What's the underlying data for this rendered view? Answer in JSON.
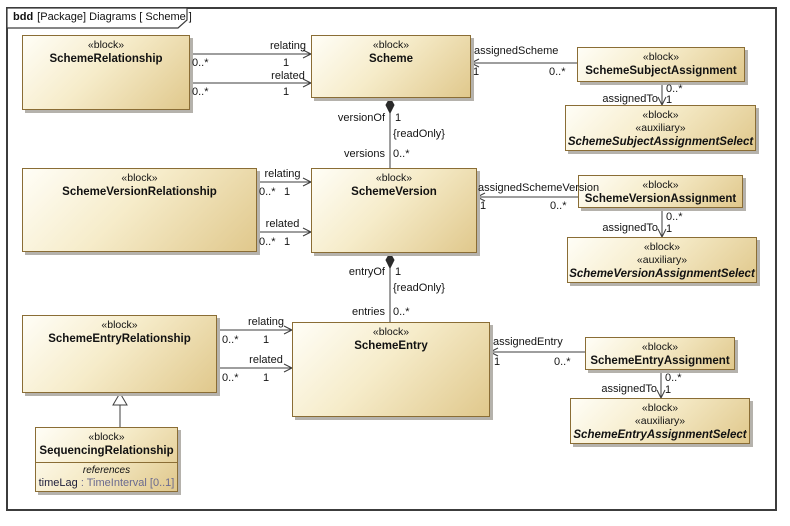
{
  "frame": {
    "keyword": "bdd",
    "title": "[Package] Diagrams [ Scheme ]"
  },
  "colors": {
    "block_fill_light": "#fffef7",
    "block_fill_mid": "#f6ecca",
    "block_fill_dark": "#e0c88c",
    "block_border": "#8a6d35",
    "block_shadow": "#b5b2ac",
    "frame_border": "#3c3c3c",
    "attribute_name_color": "#20203c",
    "attribute_type_color": "#6a6a8f"
  },
  "blocks": {
    "scheme_relationship": {
      "stereotype": "«block»",
      "name": "SchemeRelationship"
    },
    "scheme": {
      "stereotype": "«block»",
      "name": "Scheme"
    },
    "scheme_subject_assignment": {
      "stereotype": "«block»",
      "name": "SchemeSubjectAssignment"
    },
    "scheme_subject_assignment_select": {
      "stereotype1": "«block»",
      "stereotype2": "«auxiliary»",
      "name": "SchemeSubjectAssignmentSelect"
    },
    "scheme_version_relationship": {
      "stereotype": "«block»",
      "name": "SchemeVersionRelationship"
    },
    "scheme_version": {
      "stereotype": "«block»",
      "name": "SchemeVersion"
    },
    "scheme_version_assignment": {
      "stereotype": "«block»",
      "name": "SchemeVersionAssignment"
    },
    "scheme_version_assignment_select": {
      "stereotype1": "«block»",
      "stereotype2": "«auxiliary»",
      "name": "SchemeVersionAssignmentSelect"
    },
    "scheme_entry_relationship": {
      "stereotype": "«block»",
      "name": "SchemeEntryRelationship"
    },
    "scheme_entry": {
      "stereotype": "«block»",
      "name": "SchemeEntry"
    },
    "scheme_entry_assignment": {
      "stereotype": "«block»",
      "name": "SchemeEntryAssignment"
    },
    "scheme_entry_assignment_select": {
      "stereotype1": "«block»",
      "stereotype2": "«auxiliary»",
      "name": "SchemeEntryAssignmentSelect"
    },
    "sequencing_relationship": {
      "stereotype": "«block»",
      "name": "SequencingRelationship",
      "compartment_label": "references",
      "attribute_name": "timeLag",
      "attribute_rest": " : TimeInterval [0..1]"
    }
  },
  "edges": {
    "scheme_relating": {
      "name": "relating",
      "source_mult": "0..*",
      "target_mult": "1"
    },
    "scheme_related": {
      "name": "related",
      "source_mult": "0..*",
      "target_mult": "1"
    },
    "version_relating": {
      "name": "relating",
      "source_mult": "0..*",
      "target_mult": "1"
    },
    "version_related": {
      "name": "related",
      "source_mult": "0..*",
      "target_mult": "1"
    },
    "entry_relating": {
      "name": "relating",
      "source_mult": "0..*",
      "target_mult": "1"
    },
    "entry_related": {
      "name": "related",
      "source_mult": "0..*",
      "target_mult": "1"
    },
    "versions_edge": {
      "upper_role": "versionOf",
      "upper_mult": "1",
      "constraint": "{readOnly}",
      "lower_role": "versions",
      "lower_mult": "0..*"
    },
    "entries_edge": {
      "upper_role": "entryOf",
      "upper_mult": "1",
      "constraint": "{readOnly}",
      "lower_role": "entries",
      "lower_mult": "0..*"
    },
    "assigned_scheme": {
      "name": "assignedScheme",
      "left_mult": "1",
      "right_mult": "0..*"
    },
    "assigned_scheme_version": {
      "name": "assignedSchemeVersion",
      "left_mult": "1",
      "right_mult": "0..*"
    },
    "assigned_entry": {
      "name": "assignedEntry",
      "left_mult": "1",
      "right_mult": "0..*"
    },
    "subject_assigned_to": {
      "name": "assignedTo",
      "upper_mult": "0..*",
      "lower_mult": "1"
    },
    "version_assigned_to": {
      "name": "assignedTo",
      "upper_mult": "0..*",
      "lower_mult": "1"
    },
    "entry_assigned_to": {
      "name": "assignedTo",
      "upper_mult": "0..*",
      "lower_mult": "1"
    }
  }
}
